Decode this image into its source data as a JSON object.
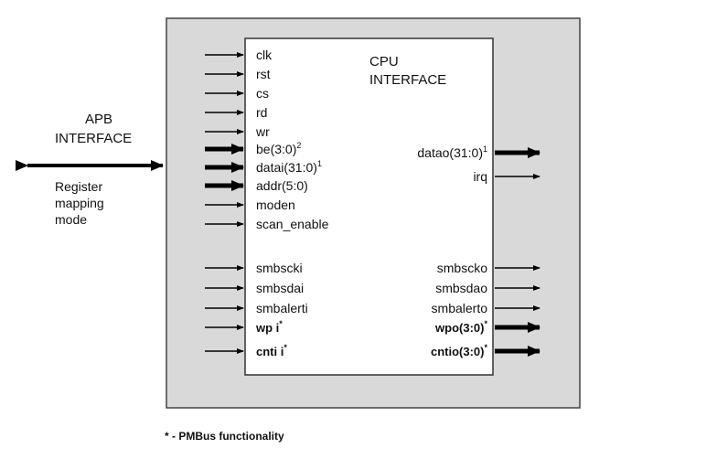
{
  "block_title": [
    "CPU",
    "INTERFACE"
  ],
  "apb_label": [
    "APB",
    "INTERFACE"
  ],
  "register_label": [
    "Register",
    "mapping",
    "mode"
  ],
  "left_signals": [
    {
      "label": "clk",
      "sup": "",
      "bus": false
    },
    {
      "label": "rst",
      "sup": "",
      "bus": false
    },
    {
      "label": "cs",
      "sup": "",
      "bus": false
    },
    {
      "label": "rd",
      "sup": "",
      "bus": false
    },
    {
      "label": "wr",
      "sup": "",
      "bus": false
    },
    {
      "label": "be(3:0)",
      "sup": "2",
      "bus": true
    },
    {
      "label": "datai(31:0)",
      "sup": "1",
      "bus": true
    },
    {
      "label": "addr(5:0)",
      "sup": "",
      "bus": true
    },
    {
      "label": "moden",
      "sup": "",
      "bus": false
    },
    {
      "label": "scan_enable",
      "sup": "",
      "bus": false
    },
    {
      "label": "smbscki",
      "sup": "",
      "bus": false
    },
    {
      "label": "smbsdai",
      "sup": "",
      "bus": false
    },
    {
      "label": "smbalerti",
      "sup": "",
      "bus": false
    },
    {
      "label": "wp i",
      "sup": "*",
      "bus": false,
      "bold": true
    },
    {
      "label": "cnti i",
      "sup": "*",
      "bus": false,
      "bold": true
    }
  ],
  "right_signals": [
    {
      "label": "datao(31:0)",
      "sup": "1",
      "bus": true
    },
    {
      "label": "irq",
      "sup": "",
      "bus": false
    },
    {
      "label": "smbscko",
      "sup": "",
      "bus": false
    },
    {
      "label": "smbsdao",
      "sup": "",
      "bus": false
    },
    {
      "label": "smbalerto",
      "sup": "",
      "bus": false
    },
    {
      "label": "wpo(3:0)",
      "sup": "*",
      "bus": true,
      "bold": true
    },
    {
      "label": "cntio(3:0)",
      "sup": "*",
      "bus": true,
      "bold": true
    }
  ],
  "footnote": "* - PMBus functionality",
  "colors": {
    "outer_fill": "#d9d9d9",
    "outer_stroke": "#444444",
    "block_fill": "#ffffff",
    "line": "#000000"
  }
}
